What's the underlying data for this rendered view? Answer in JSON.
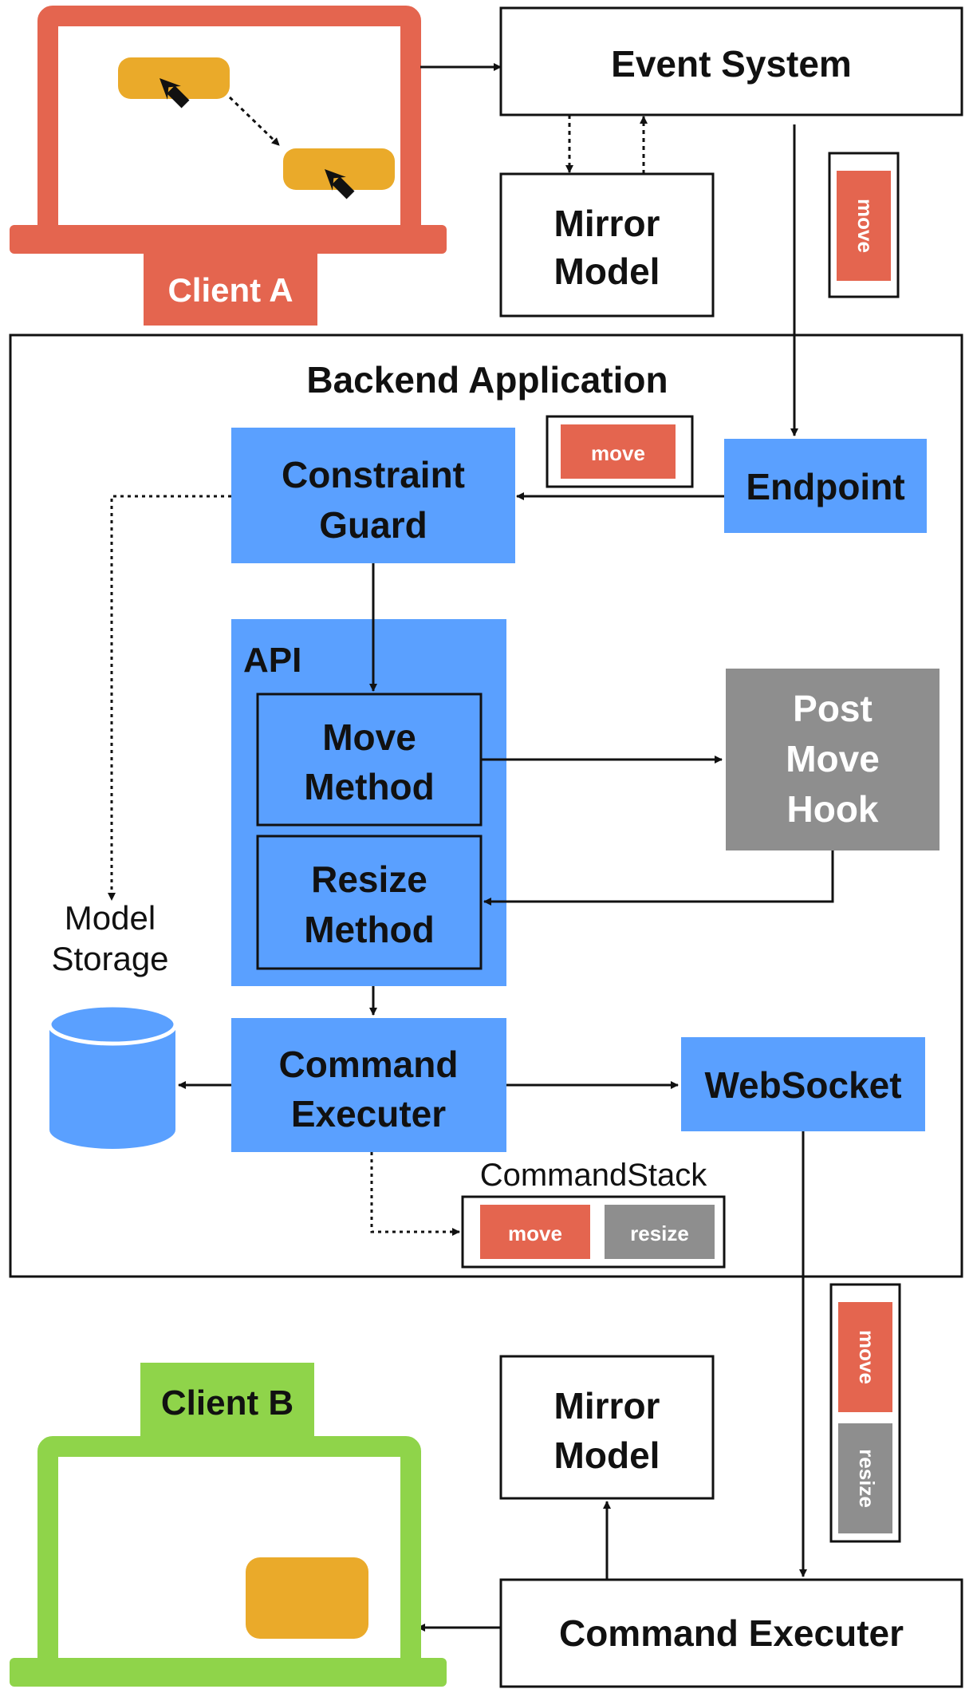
{
  "client_a": {
    "label": "Client A"
  },
  "client_b": {
    "label": "Client B"
  },
  "event_system": {
    "label": "Event System"
  },
  "mirror_model_top": {
    "line1": "Mirror",
    "line2": "Model"
  },
  "mirror_model_bottom": {
    "line1": "Mirror",
    "line2": "Model"
  },
  "backend": {
    "title": "Backend Application"
  },
  "endpoint": {
    "label": "Endpoint"
  },
  "constraint_guard": {
    "line1": "Constraint",
    "line2": "Guard"
  },
  "api": {
    "label": "API",
    "move_method": {
      "line1": "Move",
      "line2": "Method"
    },
    "resize_method": {
      "line1": "Resize",
      "line2": "Method"
    }
  },
  "post_move_hook": {
    "line1": "Post",
    "line2": "Move",
    "line3": "Hook"
  },
  "model_storage": {
    "line1": "Model",
    "line2": "Storage"
  },
  "command_executer": {
    "line1": "Command",
    "line2": "Executer"
  },
  "websocket": {
    "label": "WebSocket"
  },
  "command_stack": {
    "label": "CommandStack",
    "items": [
      "move",
      "resize"
    ]
  },
  "command_executer_bottom": {
    "label": "Command Executer"
  },
  "messages": {
    "event_to_endpoint": "move",
    "endpoint_to_guard": "move",
    "websocket_move": "move",
    "websocket_resize": "resize"
  },
  "colors": {
    "client_a": "#e4654f",
    "client_b": "#8fd44a",
    "blue": "#5aa0ff",
    "gray": "#8e8e8e",
    "shape": "#eaaa2a",
    "move_tag": "#e4654f",
    "resize_tag": "#8e8e8e"
  }
}
